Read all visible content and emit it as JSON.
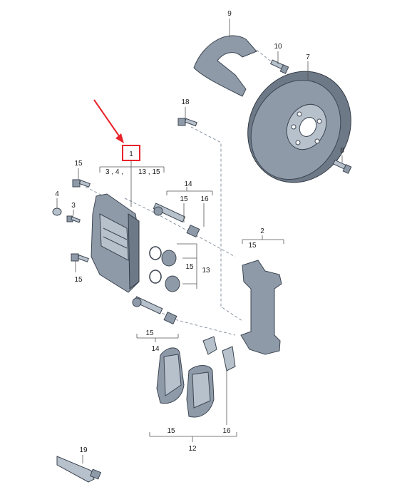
{
  "callouts": {
    "c1": "1",
    "c2": "2",
    "c3": "3",
    "c4": "4",
    "c7": "7",
    "c8": "8",
    "c9": "9",
    "c10": "10",
    "c12": "12",
    "c13": "13",
    "c14_top": "14",
    "c14_bottom": "14",
    "c15_a": "15",
    "c15_b": "15",
    "c15_c": "15",
    "c15_d": "15",
    "c15_e": "15",
    "c15_f": "15",
    "c15_g": "15",
    "c16_a": "16",
    "c16_b": "16",
    "c18": "18",
    "c19": "19",
    "group1_sub": "3 , 4 ,",
    "group1_sub2": "13 , 15"
  },
  "colors": {
    "highlight_box": "#e8232a",
    "arrow": "#e8232a",
    "part_fill": "#8e9aa8",
    "part_stroke": "#3d4652"
  }
}
